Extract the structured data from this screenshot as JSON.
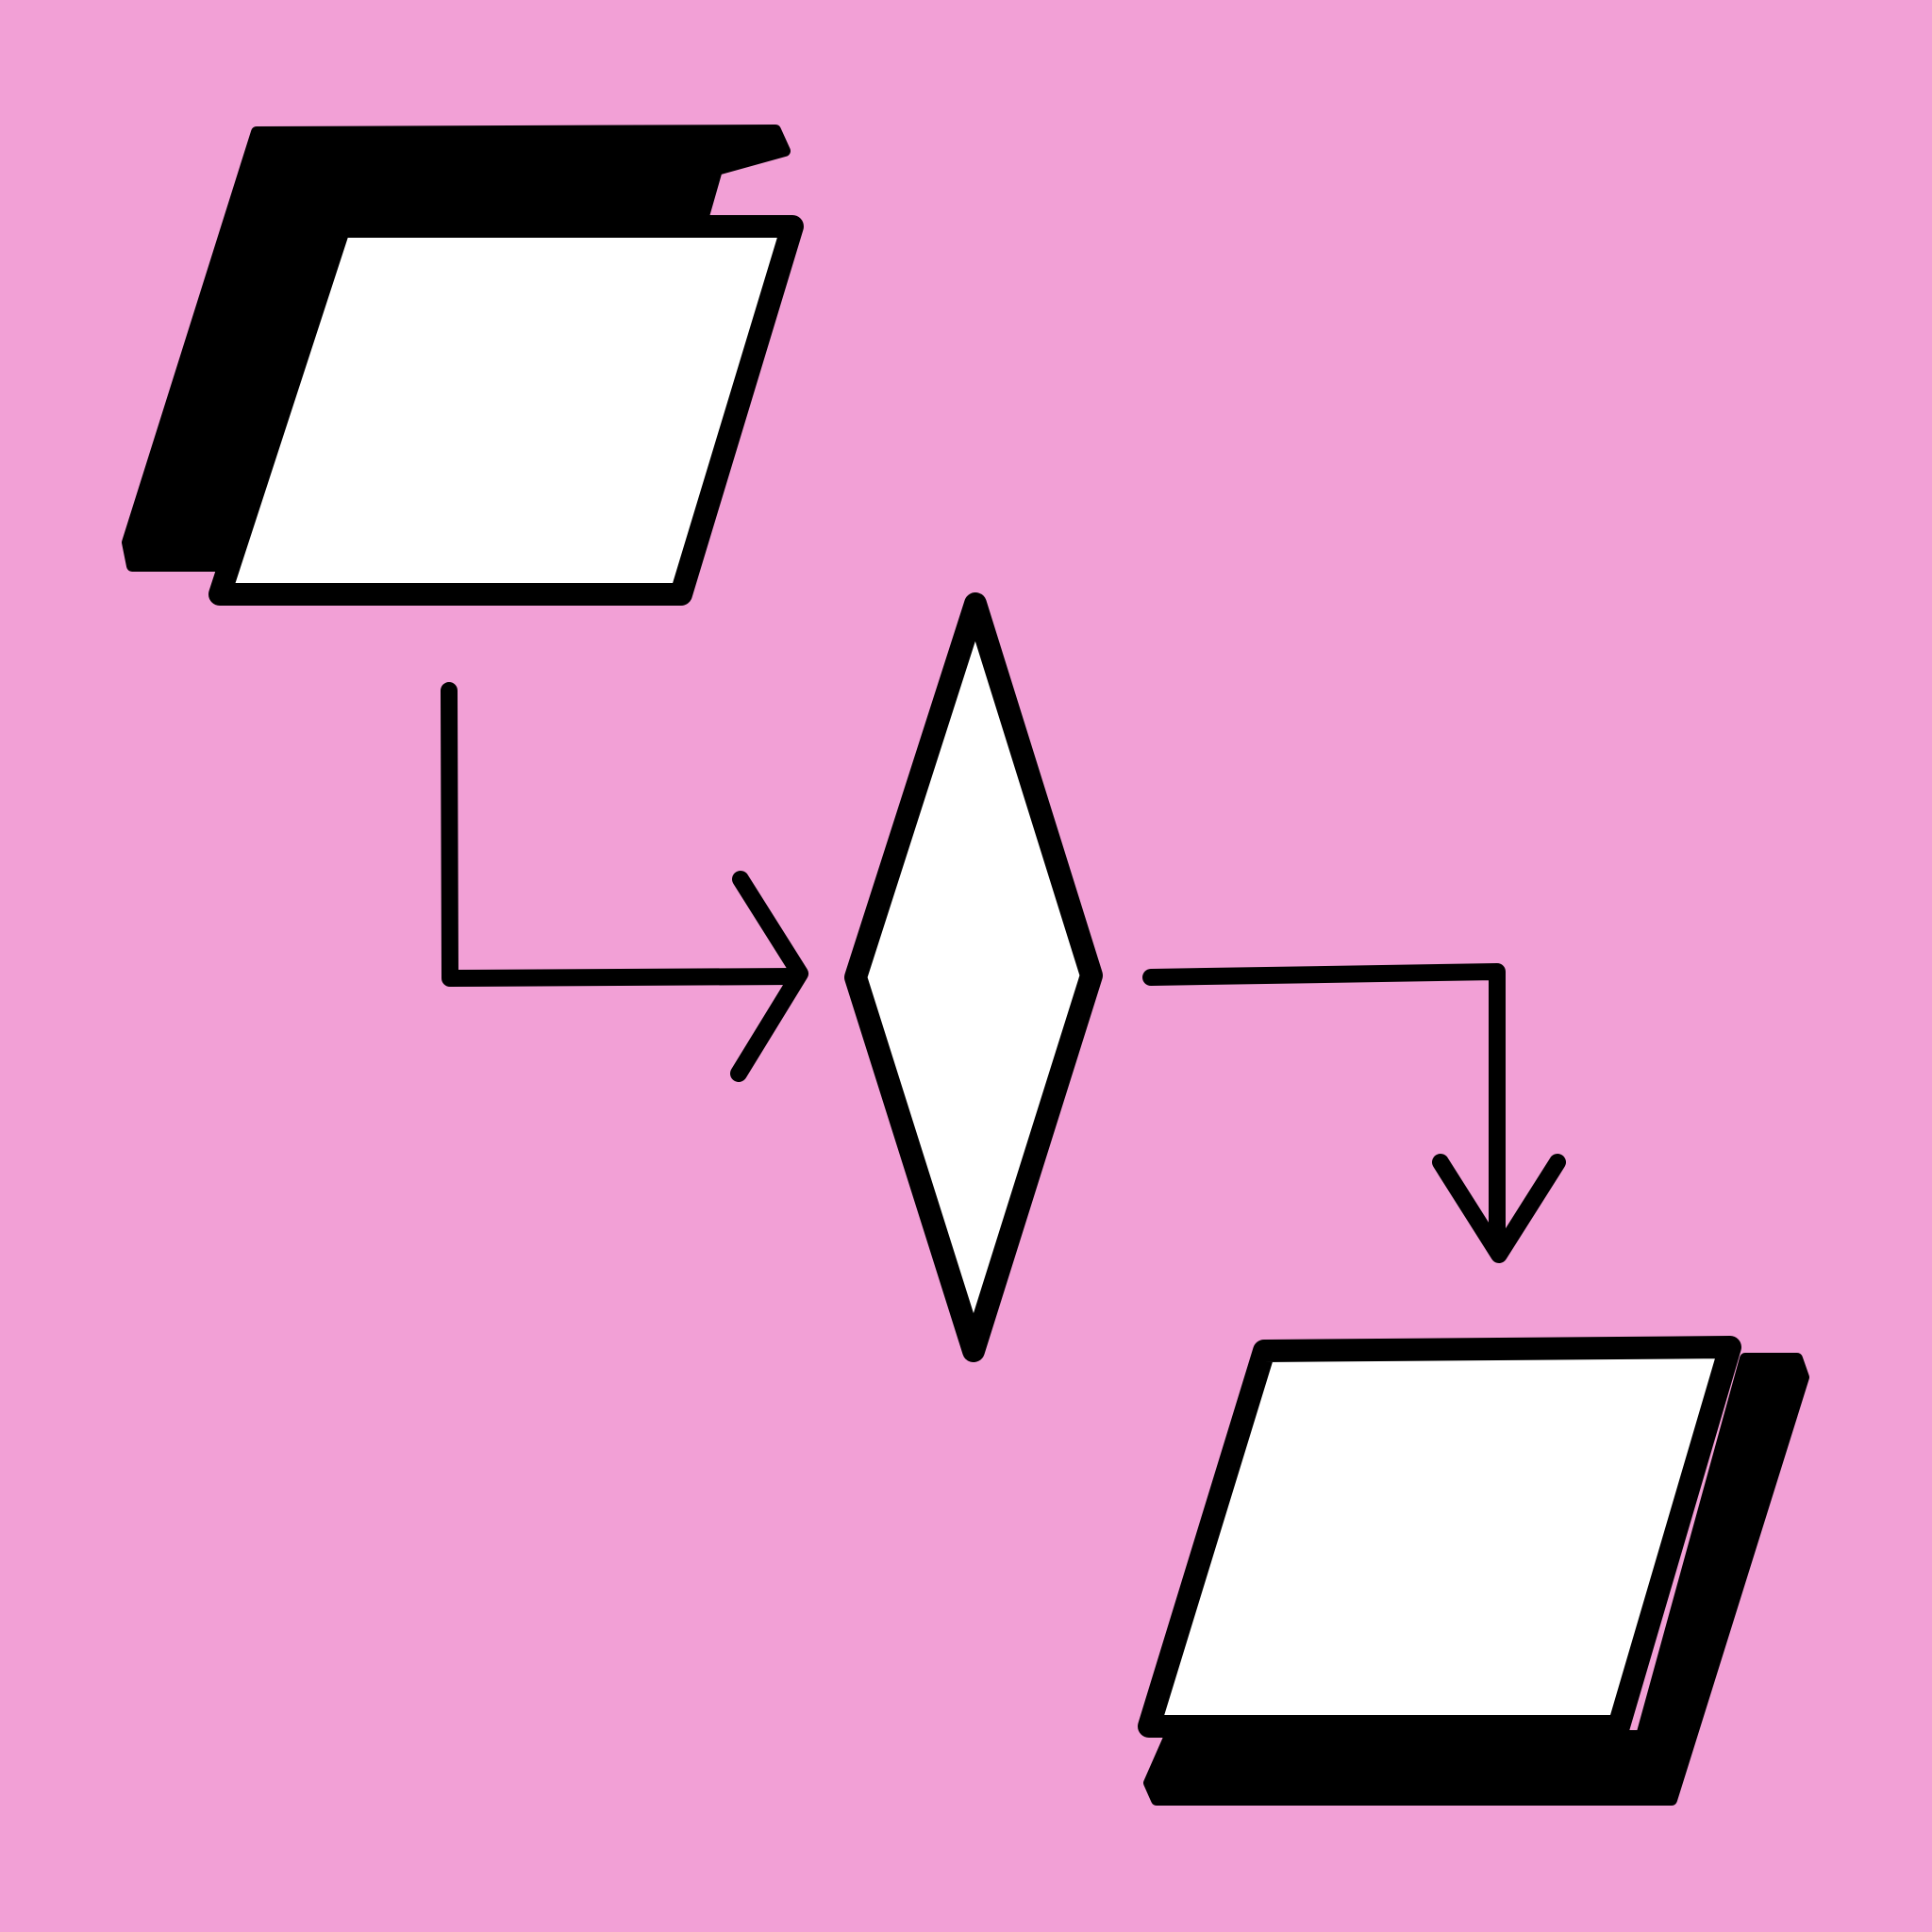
{
  "diagram": {
    "type": "flowchart",
    "colors": {
      "background": "#F2A0D6",
      "shape_fill": "#FFFFFF",
      "stroke": "#000000",
      "shadow": "#000000"
    },
    "nodes": [
      {
        "id": "input-top",
        "shape": "parallelogram",
        "label": "",
        "shadow": "top-left"
      },
      {
        "id": "decision",
        "shape": "diamond",
        "label": ""
      },
      {
        "id": "output-bottom",
        "shape": "parallelogram",
        "label": "",
        "shadow": "bottom-right"
      }
    ],
    "edges": [
      {
        "from": "input-top",
        "to": "decision",
        "label": ""
      },
      {
        "from": "decision",
        "to": "output-bottom",
        "label": ""
      }
    ]
  }
}
